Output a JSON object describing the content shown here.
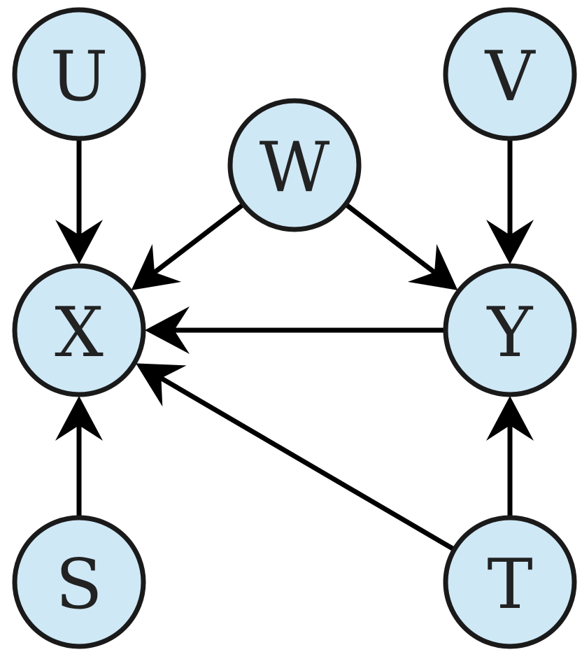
{
  "nodes": [
    {
      "id": "U",
      "label": "U"
    },
    {
      "id": "V",
      "label": "V"
    },
    {
      "id": "W",
      "label": "W"
    },
    {
      "id": "X",
      "label": "X"
    },
    {
      "id": "Y",
      "label": "Y"
    },
    {
      "id": "S",
      "label": "S"
    },
    {
      "id": "T",
      "label": "T"
    }
  ],
  "edges": [
    {
      "from": "U",
      "to": "X"
    },
    {
      "from": "W",
      "to": "X"
    },
    {
      "from": "W",
      "to": "Y"
    },
    {
      "from": "V",
      "to": "Y"
    },
    {
      "from": "Y",
      "to": "X"
    },
    {
      "from": "T",
      "to": "X"
    },
    {
      "from": "S",
      "to": "X"
    },
    {
      "from": "T",
      "to": "Y"
    }
  ],
  "colors": {
    "node_fill": "#cfe8f6",
    "node_stroke": "#1a1a1a",
    "edge": "#000000"
  }
}
